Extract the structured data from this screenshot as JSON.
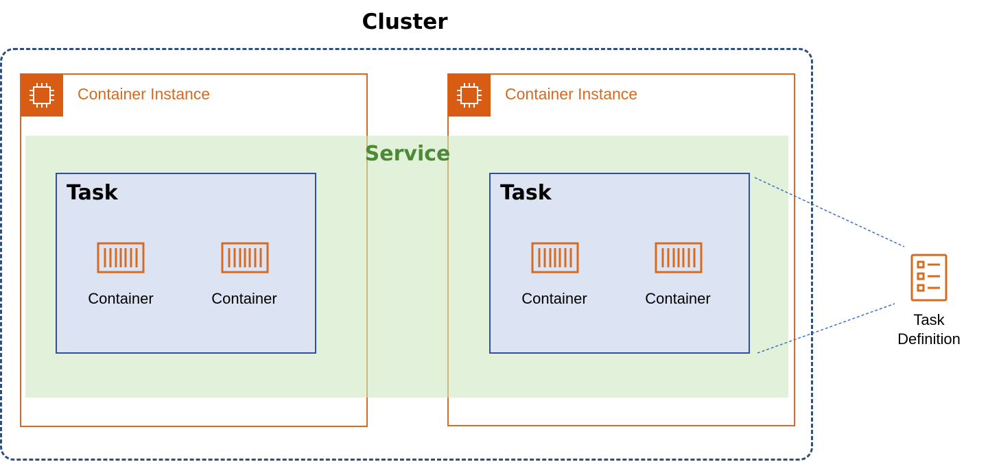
{
  "cluster": {
    "title": "Cluster"
  },
  "service": {
    "label": "Service"
  },
  "instances": [
    {
      "label": "Container Instance",
      "task": {
        "label": "Task",
        "containers": [
          {
            "label": "Container"
          },
          {
            "label": "Container"
          }
        ]
      }
    },
    {
      "label": "Container Instance",
      "task": {
        "label": "Task",
        "containers": [
          {
            "label": "Container"
          },
          {
            "label": "Container"
          }
        ]
      }
    }
  ],
  "task_definition": {
    "line1": "Task",
    "line2": "Definition"
  },
  "colors": {
    "orange": "#d86a1d",
    "cluster_border": "#2f4e7e",
    "service_fill": "#cde7c1",
    "service_text": "#4e8a36",
    "task_fill": "#dce4f3",
    "task_border": "#2f4ea6",
    "connector": "#3a6fc2"
  },
  "icons": {
    "instance": "chip-icon",
    "container": "container-icon",
    "task_definition": "checklist-icon"
  }
}
